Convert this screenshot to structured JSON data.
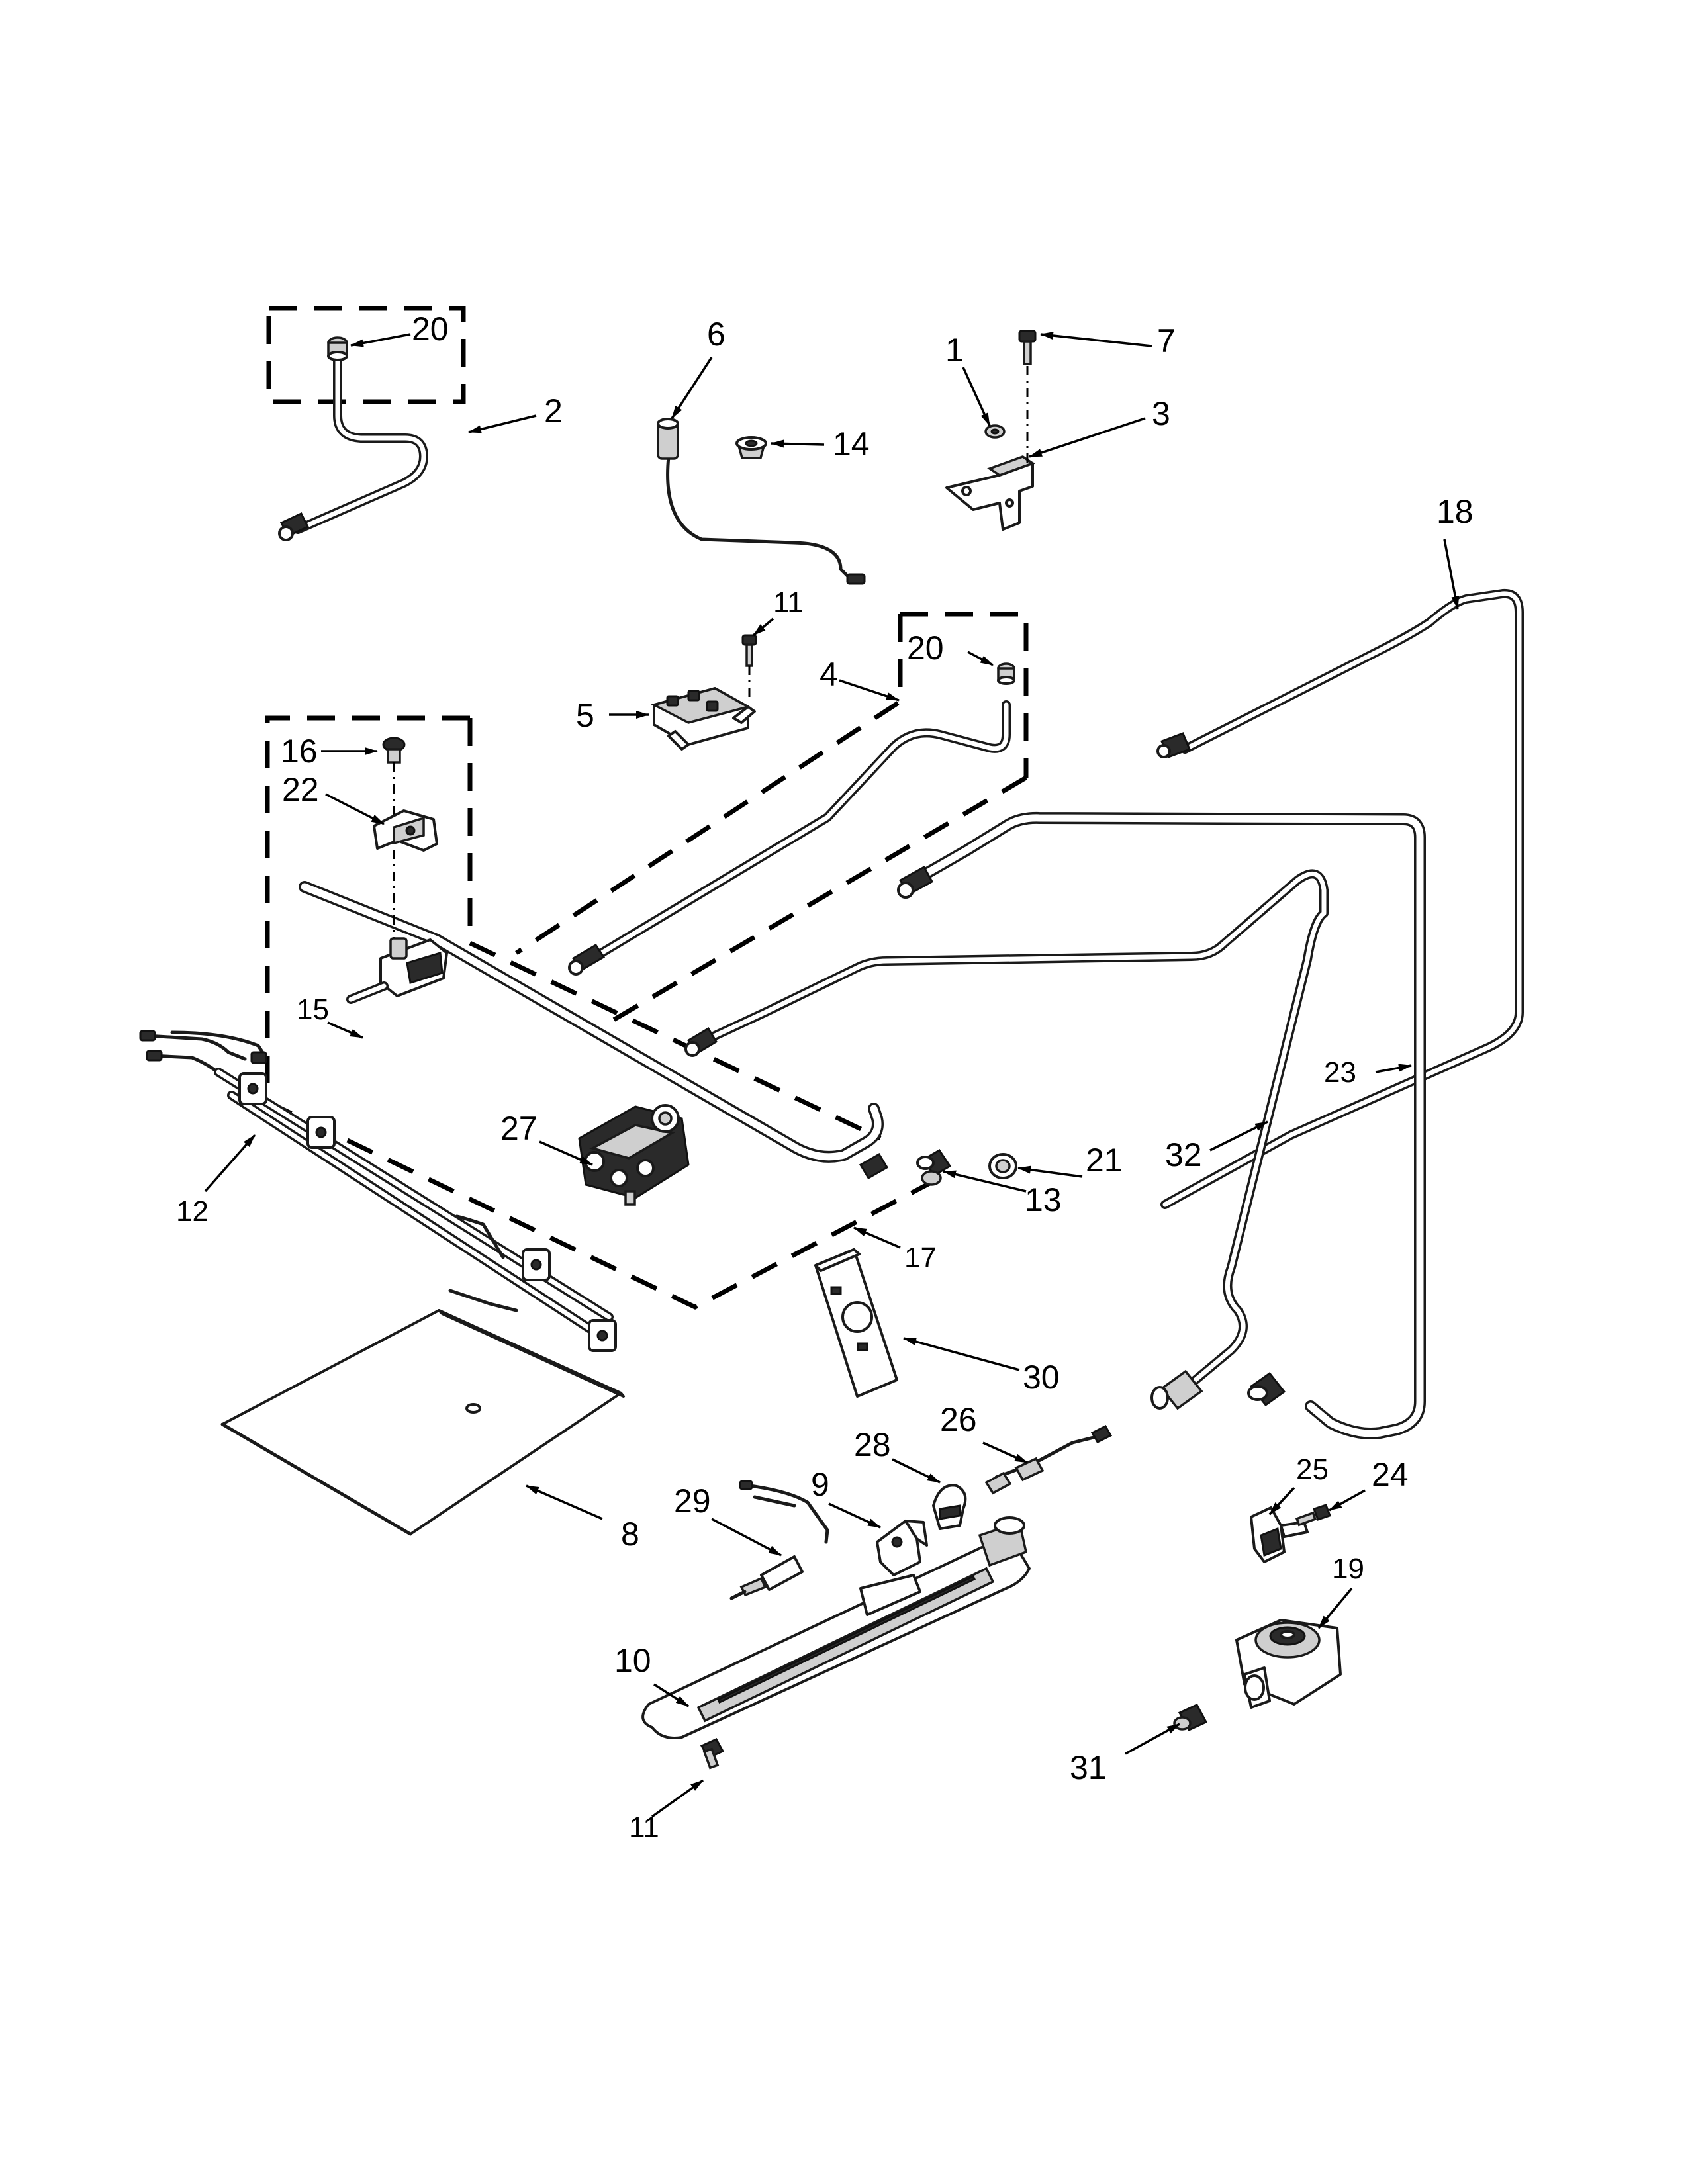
{
  "callouts": {
    "c1": "1",
    "c2": "2",
    "c3": "3",
    "c4": "4",
    "c5": "5",
    "c6": "6",
    "c7": "7",
    "c8": "8",
    "c9": "9",
    "c10": "10",
    "c11_top": "11",
    "c11_bottom": "11",
    "c12": "12",
    "c13": "13",
    "c14": "14",
    "c15": "15",
    "c16": "16",
    "c17": "17",
    "c18": "18",
    "c19": "19",
    "c20_top": "20",
    "c20_right": "20",
    "c21": "21",
    "c22": "22",
    "c23": "23",
    "c24": "24",
    "c25": "25",
    "c26": "26",
    "c27": "27",
    "c28": "28",
    "c29": "29",
    "c30": "30",
    "c31": "31",
    "c32": "32"
  }
}
